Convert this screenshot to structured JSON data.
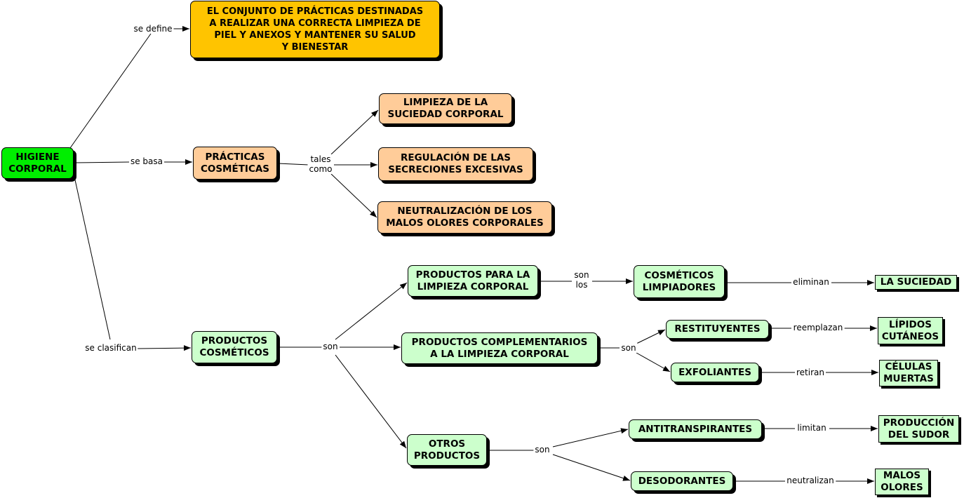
{
  "nodes": {
    "higiene": "HIGIENE\nCORPORAL",
    "definicion": "EL CONJUNTO DE PRÁCTICAS DESTINADAS\nA REALIZAR UNA CORRECTA LIMPIEZA DE\nPIEL Y ANEXOS Y MANTENER SU SALUD\nY BIENESTAR",
    "practicas": "PRÁCTICAS\nCOSMÉTICAS",
    "limpieza_suciedad": "LIMPIEZA DE LA\nSUCIEDAD CORPORAL",
    "regulacion": "REGULACIÓN DE LAS\nSECRECIONES EXCESIVAS",
    "neutralizacion": "NEUTRALIZACIÓN DE LOS\nMALOS OLORES CORPORALES",
    "productos": "PRODUCTOS\nCOSMÉTICOS",
    "productos_limpieza": "PRODUCTOS PARA LA\nLIMPIEZA CORPORAL",
    "productos_complementarios": "PRODUCTOS COMPLEMENTARIOS\nA LA LIMPIEZA CORPORAL",
    "otros_productos": "OTROS\nPRODUCTOS",
    "cosmeticos_limpiadores": "COSMÉTICOS\nLIMPIADORES",
    "restituyentes": "RESTITUYENTES",
    "exfoliantes": "EXFOLIANTES",
    "antitranspirantes": "ANTITRANSPIRANTES",
    "desodorantes": "DESODORANTES",
    "la_suciedad": "LA SUCIEDAD",
    "lipidos": "LÍPIDOS\nCUTÁNEOS",
    "celulas": "CÉLULAS\nMUERTAS",
    "produccion_sudor": "PRODUCCIÓN\nDEL SUDOR",
    "malos_olores": "MALOS\nOLORES"
  },
  "links": {
    "se_define": "se define",
    "se_basa": "se basa",
    "se_clasifican": "se clasifican",
    "tales_como": "tales\ncomo",
    "son_1": "son",
    "son_los": "son\nlos",
    "son_2": "son",
    "son_3": "son",
    "eliminan": "eliminan",
    "reemplazan": "reemplazan",
    "retiran": "retiran",
    "limitan": "limitan",
    "neutralizan": "neutralizan"
  },
  "colors": {
    "main": "#00ee00",
    "definition": "#ffc400",
    "practices": "#ffcc99",
    "products": "#ccffcc"
  }
}
